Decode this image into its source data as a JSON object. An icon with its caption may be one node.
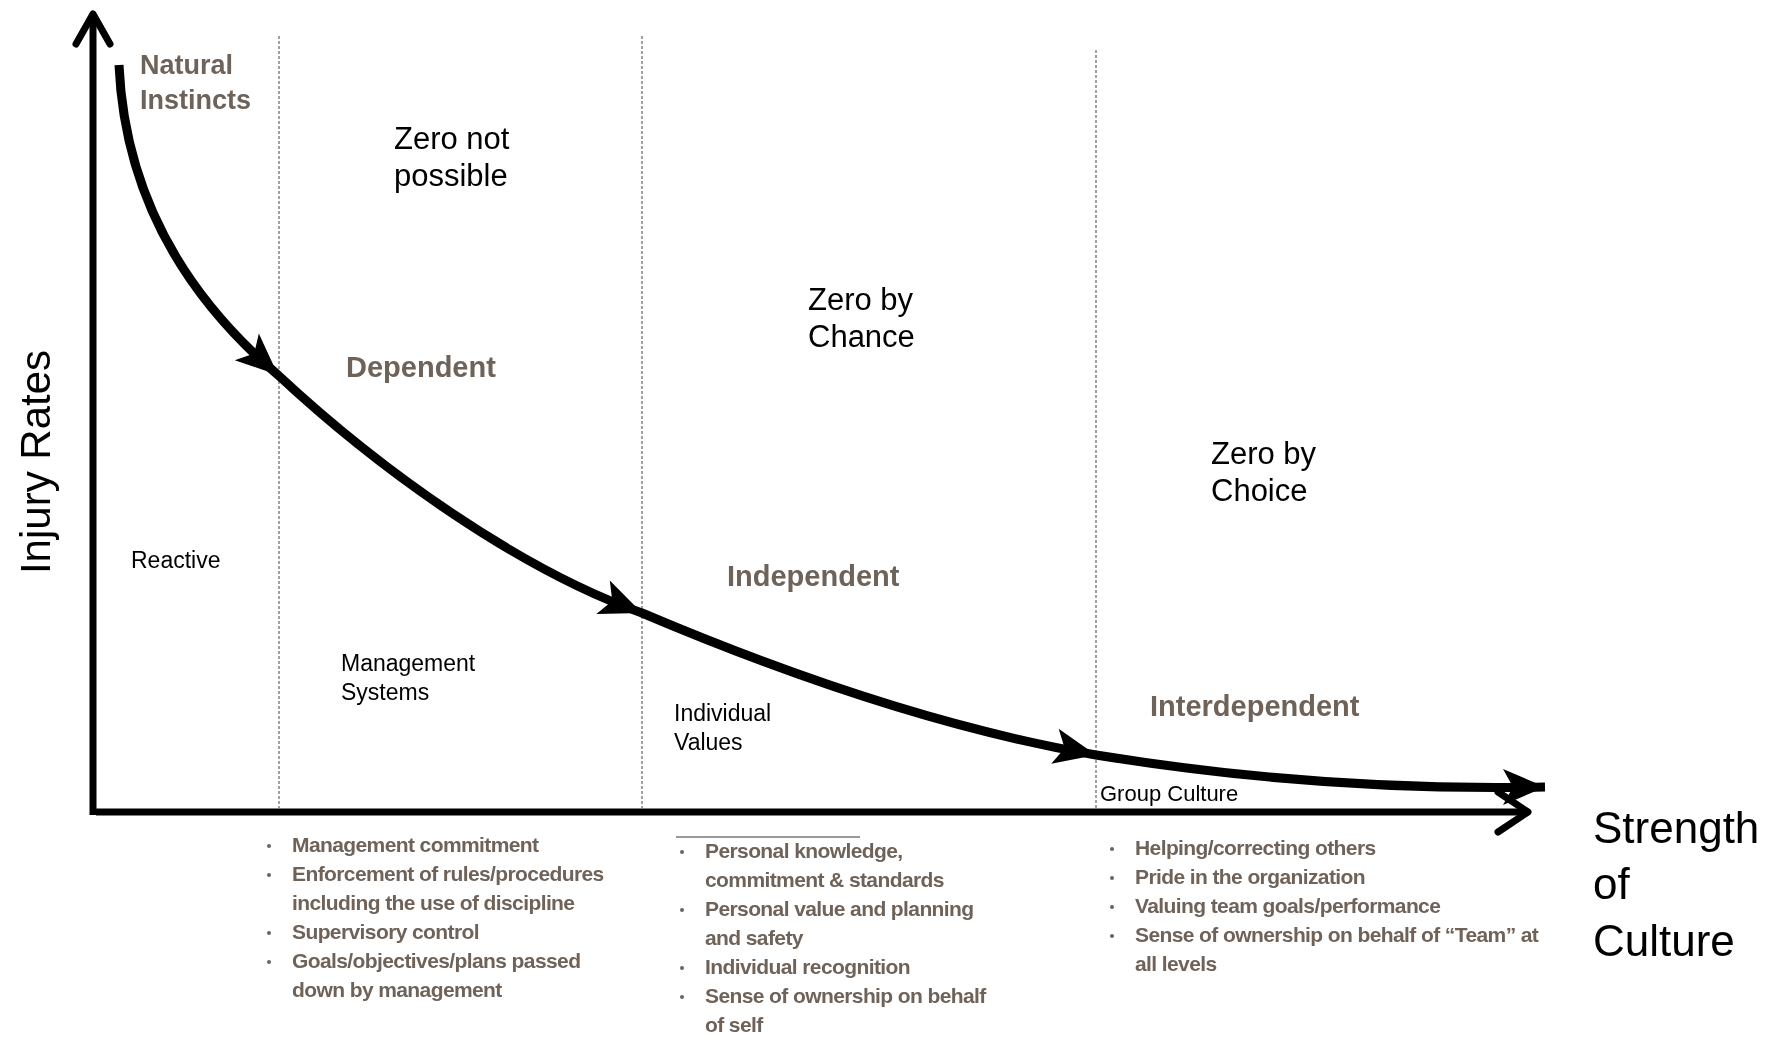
{
  "diagram": {
    "labels": [
      "Natural Instincts",
      "Zero not possible",
      "Dependent",
      "Zero by Chance",
      "Reactive",
      "Independent",
      "Management Systems",
      "Zero by Choice",
      "Individual Values",
      "Interdependent",
      "Group Culture",
      "Injury Rates",
      "Strength of Culture",
      "Management commitment",
      "Enforcement of rules/procedures including the use of discipline",
      "Supervisory control",
      "Goals/objectives/plans passed down by management",
      "Personal knowledge, commitment & standards",
      "Personal value and planning and safety",
      "Individual recognition",
      "Sense of ownership on behalf of self",
      "Helping/correcting others",
      "Pride in the organization",
      "Valuing team goals/performance",
      "Sense of ownership on behalf of “Team” at all levels"
    ]
  }
}
